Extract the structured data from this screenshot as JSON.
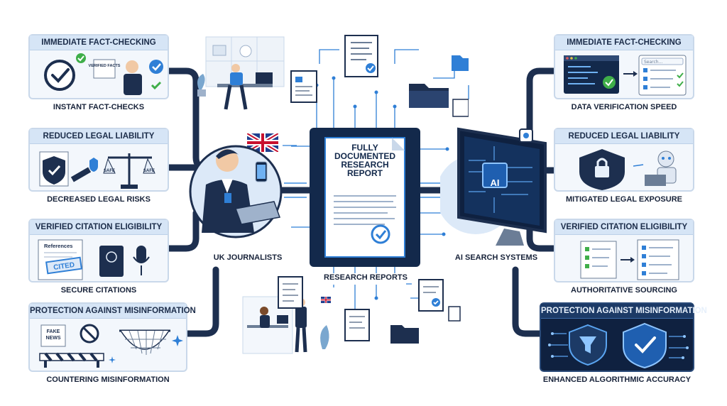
{
  "left_cards": [
    {
      "title": "IMMEDIATE FACT-CHECKING",
      "caption": "INSTANT FACT-CHECKS",
      "badge": "VERIFIED FACTS"
    },
    {
      "title": "REDUCED LEGAL LIABILITY",
      "caption": "DECREASED LEGAL RISKS",
      "scale_left": "SAFE",
      "scale_right": "SAFE"
    },
    {
      "title": "VERIFIED CITATION ELIGIBILITY",
      "caption": "SECURE CITATIONS",
      "doc_label": "References",
      "stamp": "CITED"
    },
    {
      "title": "PROTECTION AGAINST MISINFORMATION",
      "caption": "COUNTERING MISINFORMATION",
      "fake_label_1": "FAKE",
      "fake_label_2": "NEWS"
    }
  ],
  "right_cards": [
    {
      "title": "IMMEDIATE FACT-CHECKING",
      "caption": "DATA VERIFICATION SPEED",
      "search_text": "Search..."
    },
    {
      "title": "REDUCED LEGAL LIABILITY",
      "caption": "MITIGATED LEGAL EXPOSURE"
    },
    {
      "title": "VERIFIED CITATION ELIGIBILITY",
      "caption": "AUTHORITATIVE SOURCING"
    },
    {
      "title": "PROTECTION AGAINST MISINFORMATION",
      "caption": "ENHANCED ALGORITHMIC ACCURACY"
    }
  ],
  "center": {
    "journalists_label": "UK JOURNALISTS",
    "report_title_lines": [
      "FULLY",
      "DOCUMENTED",
      "RESEARCH",
      "REPORT"
    ],
    "reports_label": "RESEARCH REPORTS",
    "ai_label": "AI SEARCH SYSTEMS",
    "ai_chip": "AI"
  },
  "colors": {
    "navy": "#13294b",
    "accent": "#2f7fd6",
    "card_bg": "#f3f7fc",
    "card_border": "#c9d8ea",
    "dark_card": "#0f2140",
    "pipe": "#1d2f4f"
  }
}
